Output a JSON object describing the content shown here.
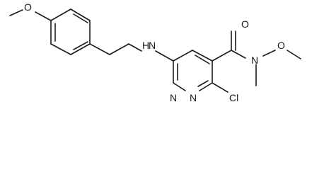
{
  "atoms": {
    "methoxy_o_left": "O",
    "amine_nh": "H",
    "amine_n": "N",
    "ring_n1": "N",
    "ring_n2": "N",
    "chloro": "Cl",
    "carbonyl_o": "O",
    "amide_n": "N",
    "amide_o": "O"
  }
}
